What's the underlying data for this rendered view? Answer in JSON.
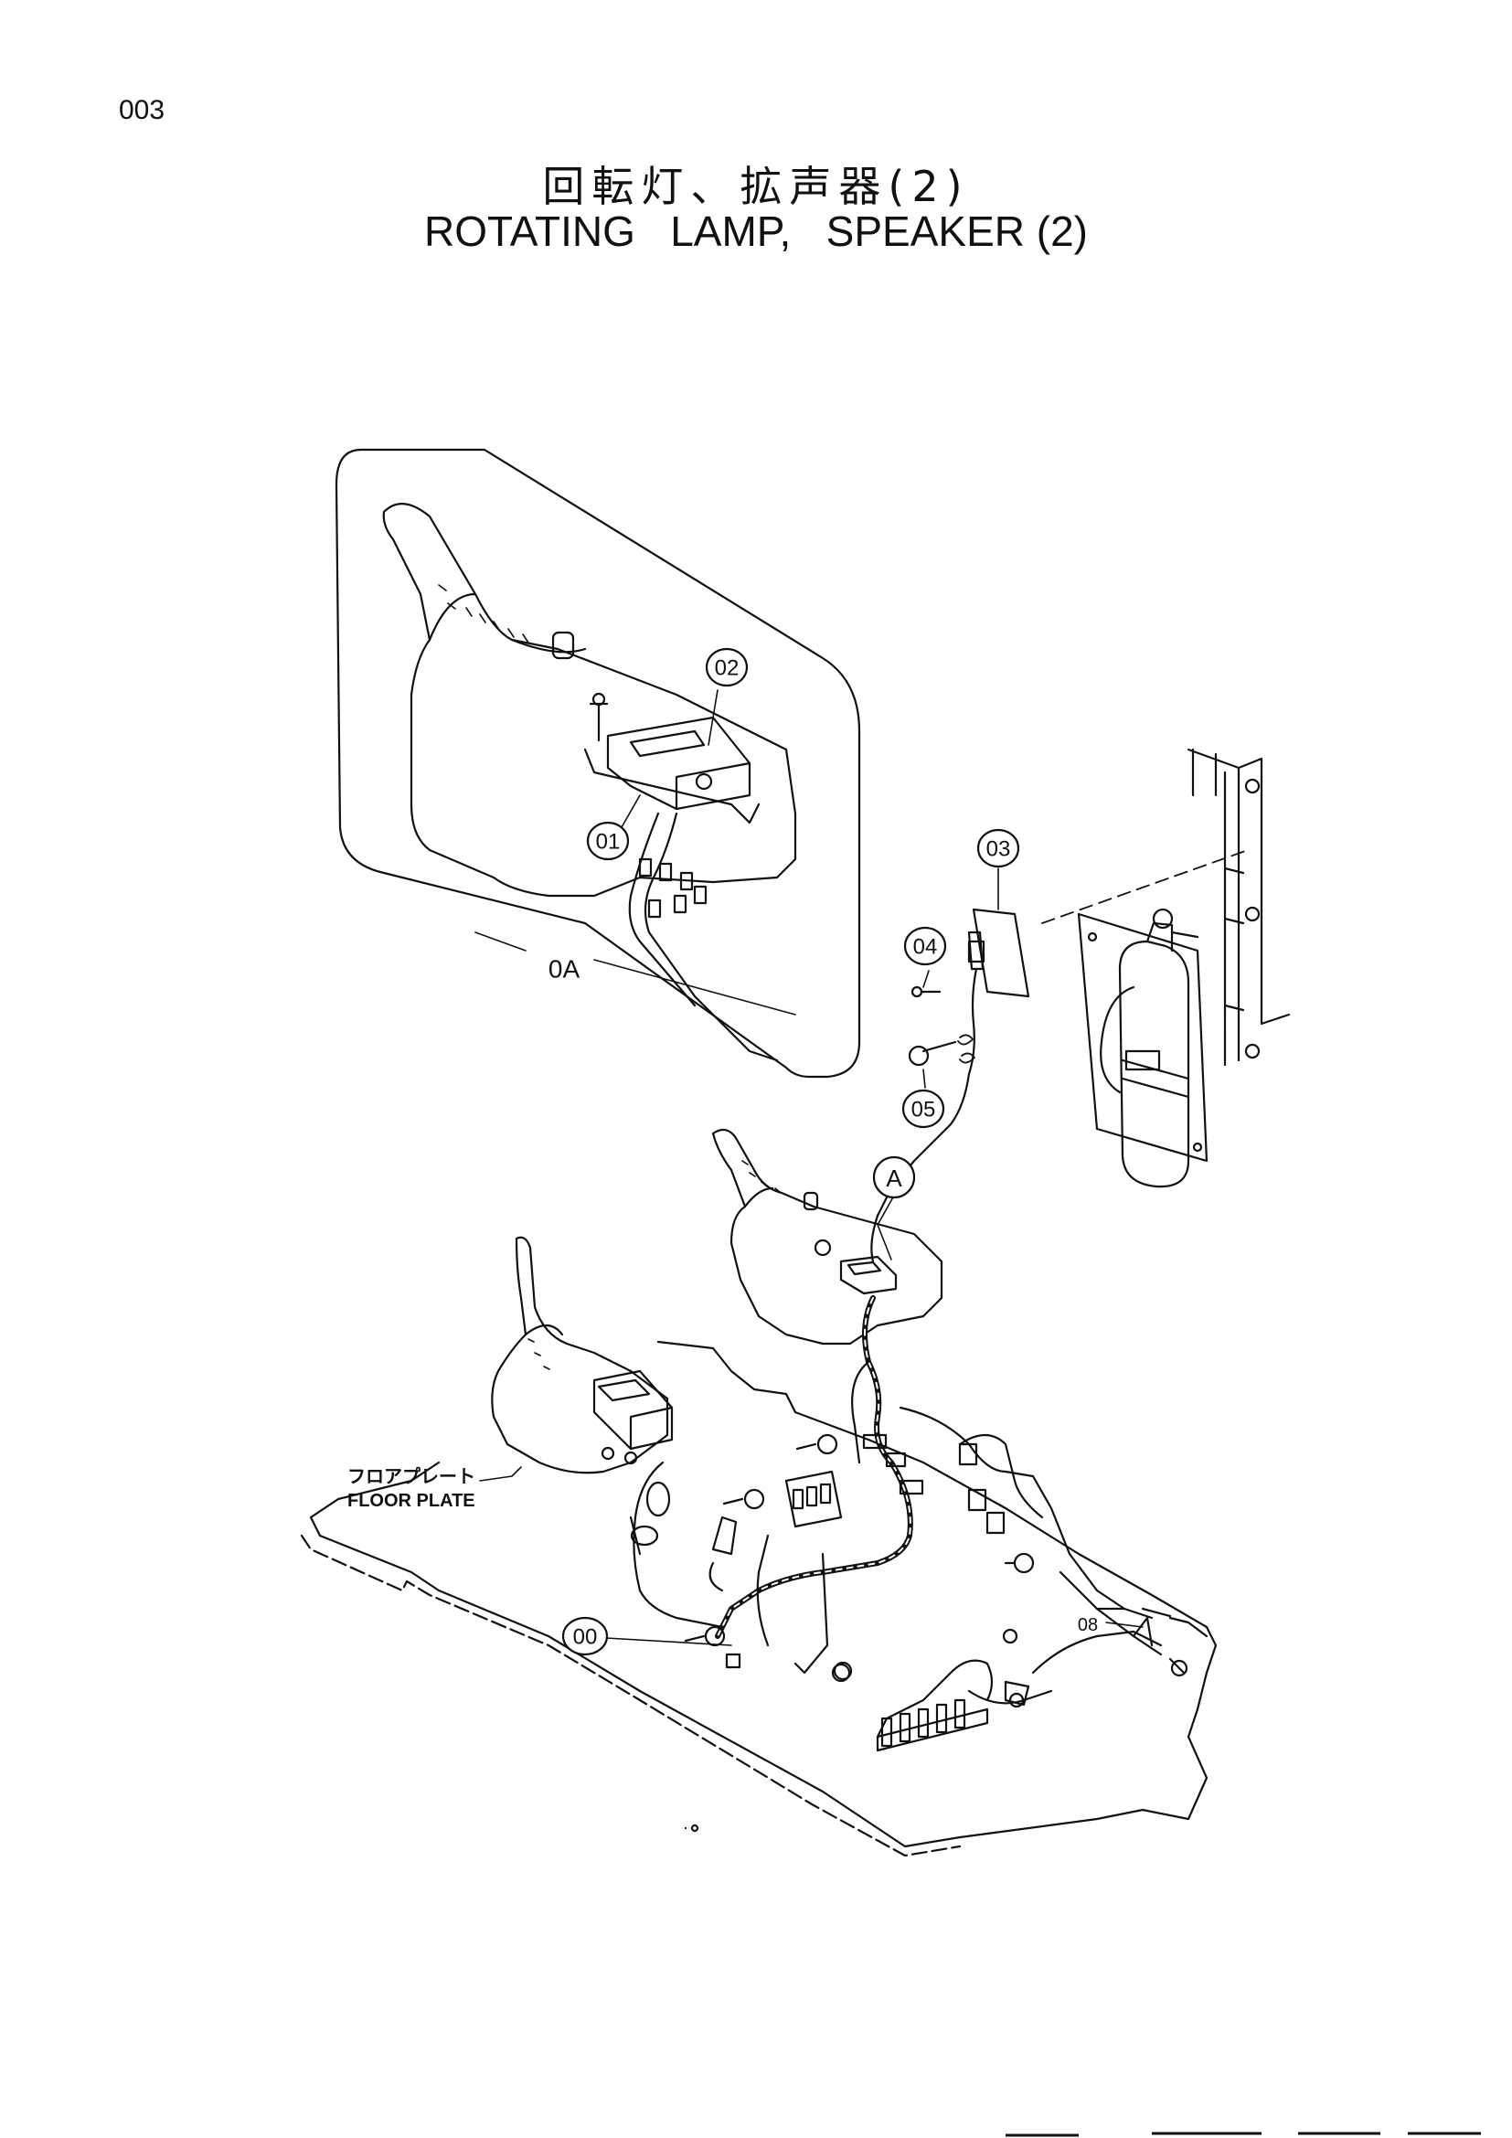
{
  "page_code": "003",
  "title_jp": "回転灯、拡声器(2)",
  "title_en": "ROTATING   LAMP,   SPEAKER (2)",
  "callouts": {
    "c00": "00",
    "c01": "01",
    "c02": "02",
    "c03": "03",
    "c04": "04",
    "c05": "05",
    "cA": "A",
    "c0A": "0A",
    "c08": "08"
  },
  "labels": {
    "floor_plate_jp": "フロアプレート",
    "floor_plate_en": "FLOOR PLATE"
  }
}
